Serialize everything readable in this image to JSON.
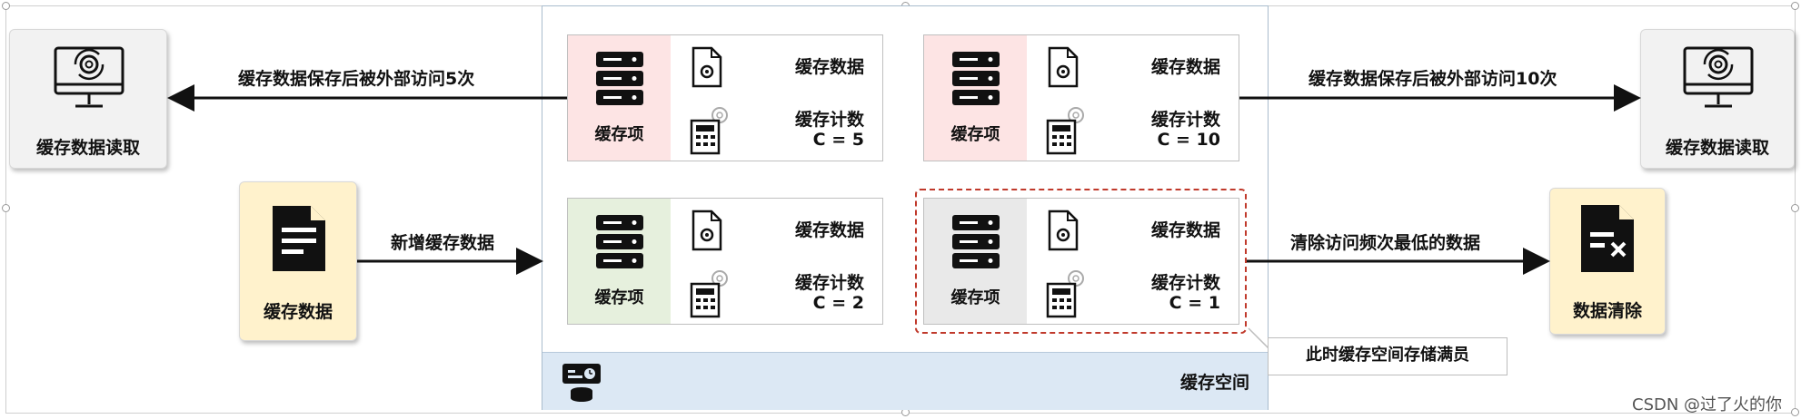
{
  "left_reader": {
    "label": "缓存数据读取"
  },
  "right_reader": {
    "label": "缓存数据读取"
  },
  "new_data_box": {
    "label": "缓存数据"
  },
  "purge_box": {
    "label": "数据清除"
  },
  "arrows": {
    "top_left": "缓存数据保存后被外部访问5次",
    "top_right": "缓存数据保存后被外部访问10次",
    "middle_left": "新增缓存数据",
    "middle_right": "清除访问频次最低的数据"
  },
  "cache_items": [
    {
      "item_label": "缓存项",
      "data_label": "缓存数据",
      "count_label": "缓存计数",
      "count_value": "C = 5",
      "color": "#fde4e4"
    },
    {
      "item_label": "缓存项",
      "data_label": "缓存数据",
      "count_label": "缓存计数",
      "count_value": "C = 10",
      "color": "#fde4e4"
    },
    {
      "item_label": "缓存项",
      "data_label": "缓存数据",
      "count_label": "缓存计数",
      "count_value": "C = 2",
      "color": "#e6f0dd"
    },
    {
      "item_label": "缓存项",
      "data_label": "缓存数据",
      "count_label": "缓存计数",
      "count_value": "C = 1",
      "color": "#e9e9e9"
    }
  ],
  "cache_space": {
    "label": "缓存空间"
  },
  "callout": {
    "text": "此时缓存空间存储满员"
  },
  "watermark": {
    "text": "CSDN @过了火的你"
  },
  "colors": {
    "selection_border": "#c0392b",
    "space_fill": "#dce8f4",
    "cream": "#fff2cc"
  }
}
